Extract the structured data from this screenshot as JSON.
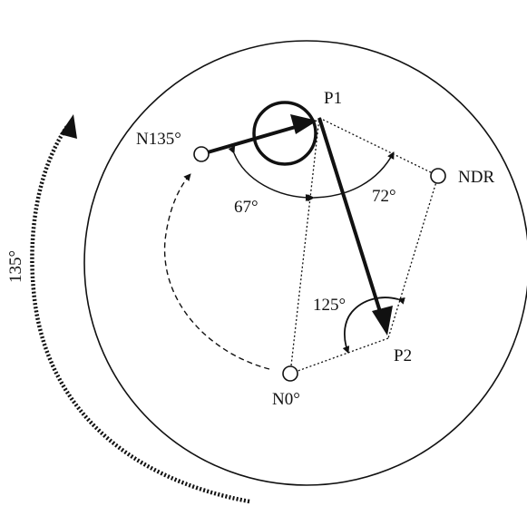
{
  "labels": {
    "p1": "P1",
    "p2": "P2",
    "n135": "N135°",
    "ndr": "NDR",
    "n0": "N0°",
    "angle_67": "67°",
    "angle_72": "72°",
    "angle_125": "125°",
    "rotation_135": "135°"
  },
  "colors": {
    "ink": "#111111",
    "background": "#ffffff"
  }
}
